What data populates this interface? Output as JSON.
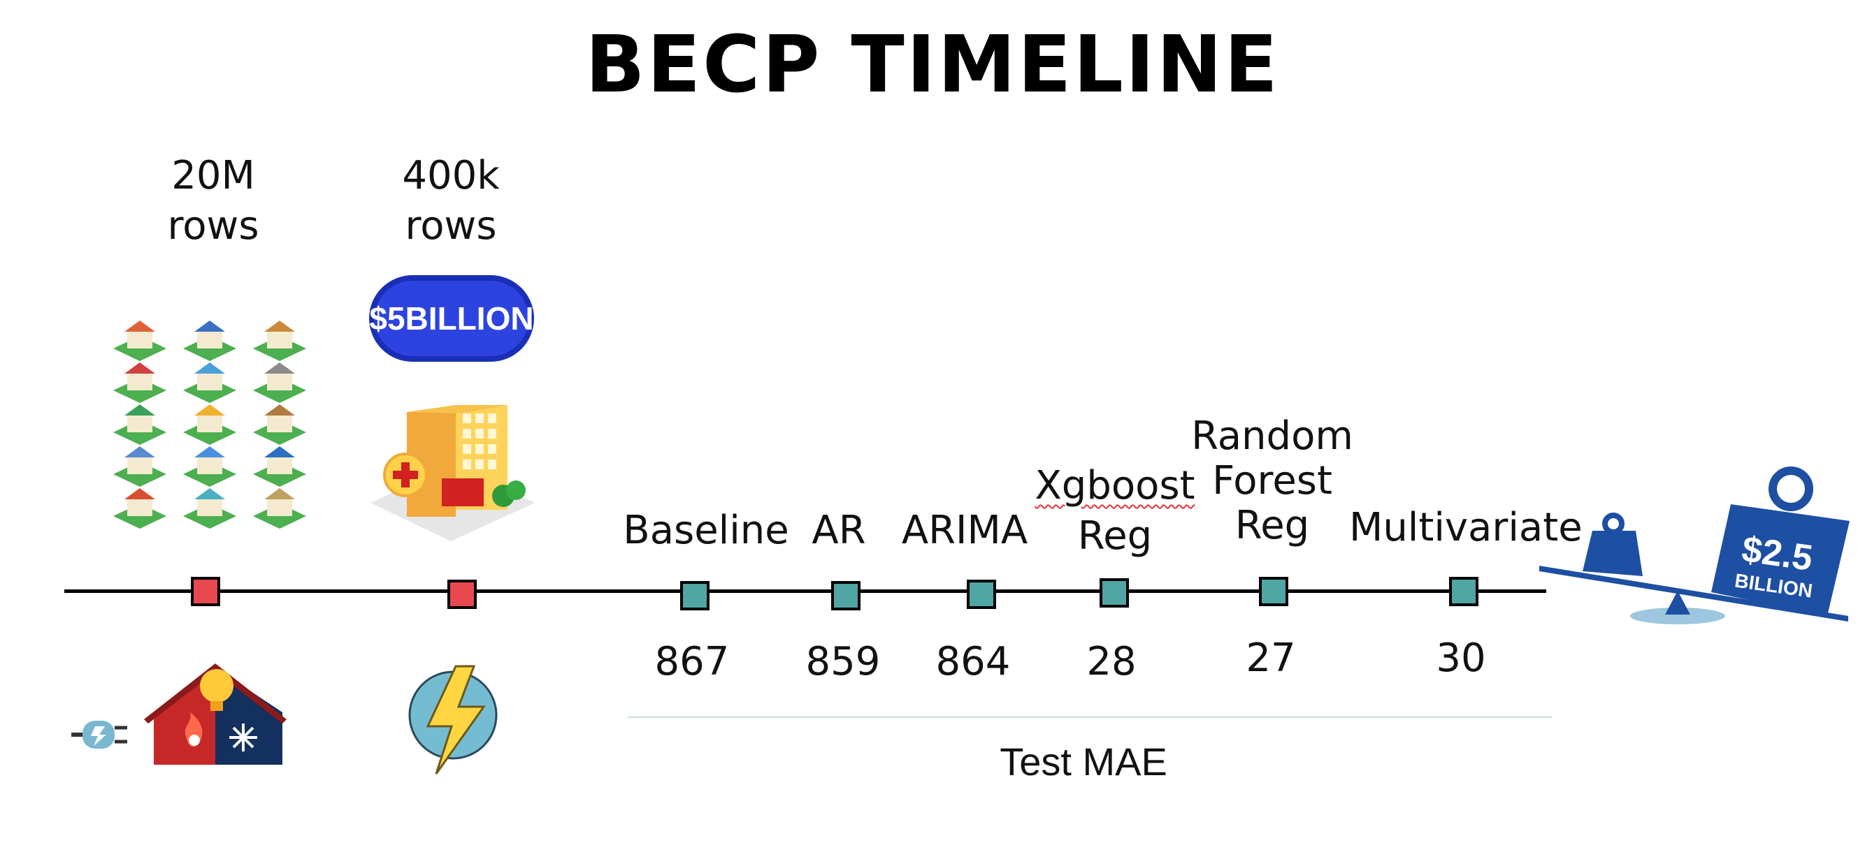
{
  "title": "BECP TIMELINE",
  "top_labels": {
    "buildings": [
      "20M",
      "rows"
    ],
    "hospital": [
      "400k",
      "rows"
    ]
  },
  "badge": {
    "text": "$5BILLION",
    "color": "#2d43e0"
  },
  "models": [
    {
      "name_lines": [
        "Baseline"
      ],
      "mae": "867"
    },
    {
      "name_lines": [
        "AR"
      ],
      "mae": "859"
    },
    {
      "name_lines": [
        "ARIMA"
      ],
      "mae": "864"
    },
    {
      "name_lines": [
        "Xgboost",
        "Reg"
      ],
      "mae": "28"
    },
    {
      "name_lines": [
        "Random",
        "Forest",
        "Reg"
      ],
      "mae": "27"
    },
    {
      "name_lines": [
        "Multivariate"
      ],
      "mae": "30"
    }
  ],
  "axis_label": "Test MAE",
  "weight": {
    "amount": "$2.5",
    "unit": "BILLION",
    "color": "#1d4fa3"
  },
  "colors": {
    "red_marker": "#e8484f",
    "teal_marker": "#4fa6a4",
    "line": "#000000"
  },
  "icons": [
    "buildings-grid-icon",
    "hospital-icon",
    "energy-house-icon",
    "lightning-icon",
    "scale-weight-icon"
  ]
}
